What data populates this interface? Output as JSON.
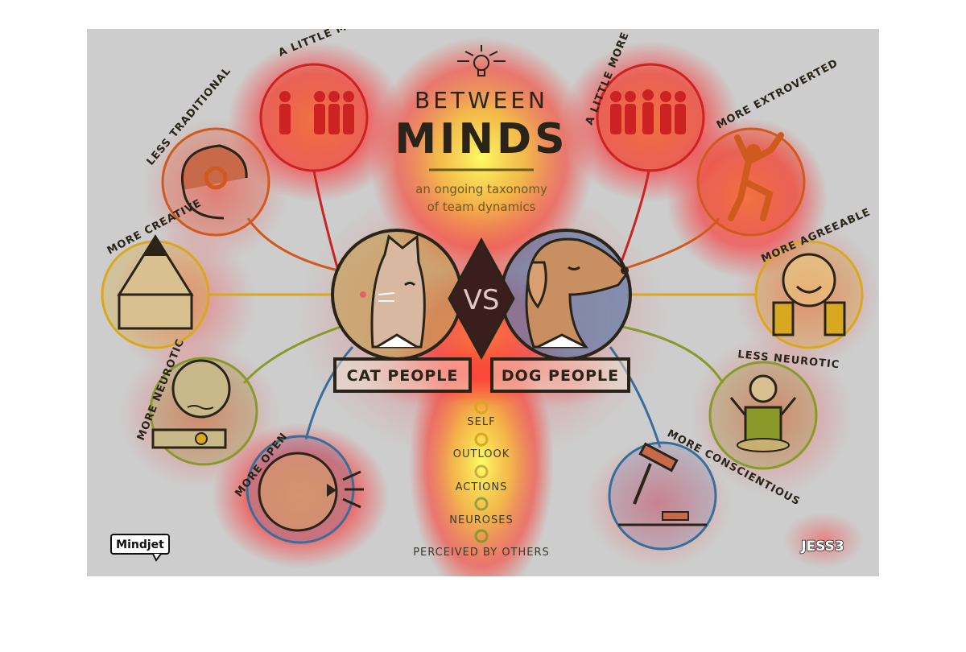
{
  "title": {
    "line1": "BETWEEN",
    "line2": "MINDS"
  },
  "subtitle": {
    "line1": "an ongoing taxonomy",
    "line2": "of team dynamics"
  },
  "versus": "VS",
  "groups": {
    "cat": "CAT PEOPLE",
    "dog": "DOG PEOPLE"
  },
  "cat_traits": {
    "aloof": "A LITTLE MORE ALOOF",
    "traditional": "LESS TRADITIONAL",
    "creative": "MORE CREATIVE",
    "neurotic": "MORE NEUROTIC",
    "open": "MORE OPEN"
  },
  "dog_traits": {
    "outgoing": "A LITTLE MORE OUTGOING",
    "extroverted": "MORE EXTROVERTED",
    "agreeable": "MORE AGREEABLE",
    "less_neurotic": "LESS NEUROTIC",
    "conscientious": "MORE CONSCIENTIOUS"
  },
  "legend": [
    "SELF",
    "OUTLOOK",
    "ACTIONS",
    "NEUROSES",
    "PERCEIVED BY OTHERS"
  ],
  "logos": {
    "left": "Mindjet",
    "right": "JESS3"
  },
  "colors": {
    "red": "#cc2222",
    "orange": "#d05a1e",
    "yellow": "#d8a820",
    "green": "#8a9a2a",
    "blue": "#3a6e9a",
    "dark": "#2a2418"
  }
}
